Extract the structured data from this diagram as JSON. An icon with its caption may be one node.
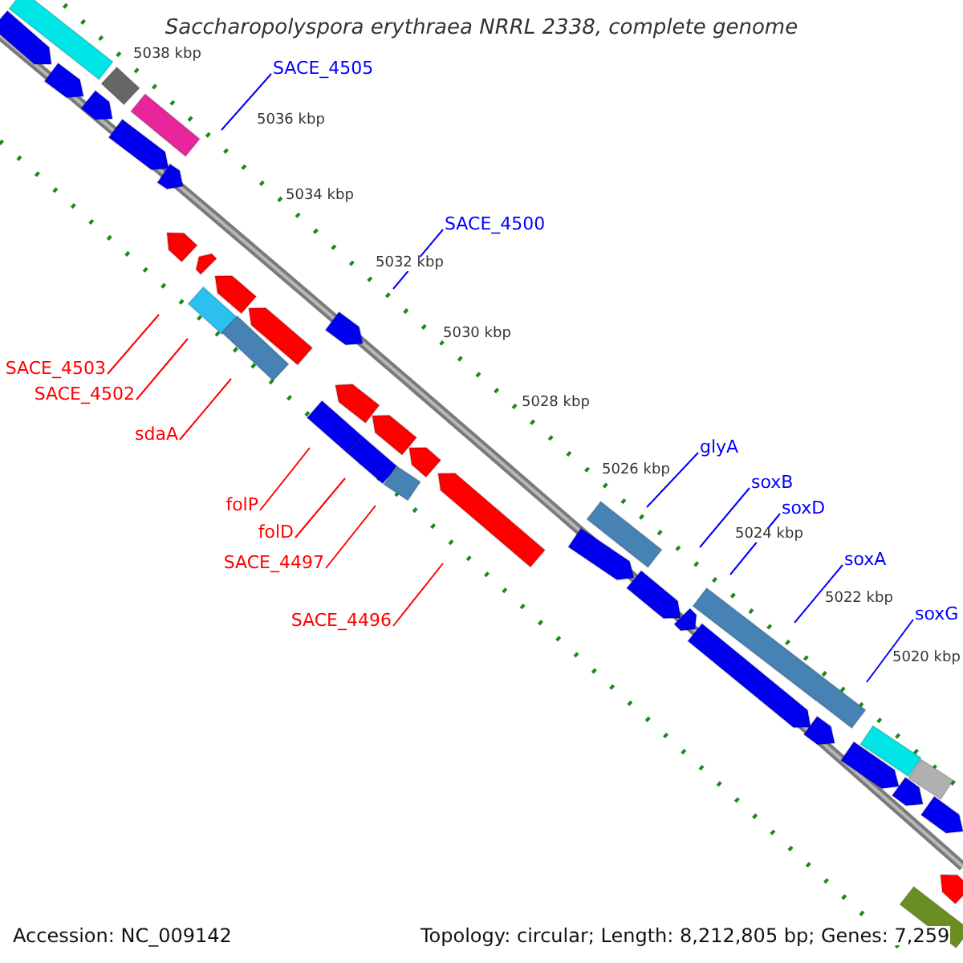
{
  "diagram": {
    "title": "Saccharopolyspora erythraea NRRL 2338, complete genome",
    "nodes": [
      {
        "text": [
          "SACE_4505"
        ]
      },
      {
        "text": [
          "SACE_4500"
        ]
      },
      {
        "text": [
          "SACE_4503"
        ]
      },
      {
        "text": [
          "SACE_4502"
        ]
      },
      {
        "text": [
          "sdaA"
        ]
      },
      {
        "text": [
          "folP"
        ]
      },
      {
        "text": [
          "folD"
        ]
      },
      {
        "text": [
          "SACE_4497"
        ]
      },
      {
        "text": [
          "SACE_4496"
        ]
      },
      {
        "text": [
          "glyA"
        ]
      },
      {
        "text": [
          "soxB"
        ]
      },
      {
        "text": [
          "soxD"
        ]
      },
      {
        "text": [
          "soxA"
        ]
      },
      {
        "text": [
          "soxG"
        ]
      }
    ],
    "edges": [
      {
        "from": 0,
        "to": null,
        "arrow": "none"
      },
      {
        "from": 1,
        "to": null,
        "arrow": "none"
      },
      {
        "from": 2,
        "to": null,
        "arrow": "none",
        "color": "#ff0000"
      },
      {
        "from": 3,
        "to": null,
        "arrow": "none",
        "color": "#ff0000"
      },
      {
        "from": 4,
        "to": null,
        "arrow": "none",
        "color": "#ff0000"
      },
      {
        "from": 5,
        "to": null,
        "arrow": "none",
        "color": "#ff0000"
      },
      {
        "from": 6,
        "to": null,
        "arrow": "none",
        "color": "#ff0000"
      },
      {
        "from": 7,
        "to": null,
        "arrow": "none",
        "color": "#ff0000"
      },
      {
        "from": 8,
        "to": null,
        "arrow": "none",
        "color": "#ff0000"
      },
      {
        "from": 9,
        "to": null,
        "arrow": "none"
      },
      {
        "from": 10,
        "to": null,
        "arrow": "none"
      },
      {
        "from": 11,
        "to": null,
        "arrow": "none"
      },
      {
        "from": 12,
        "to": null,
        "arrow": "none"
      },
      {
        "from": 13,
        "to": null,
        "arrow": "none"
      }
    ],
    "labels": [
      "5038 kbp",
      "5036 kbp",
      "5034 kbp",
      "5032 kbp",
      "5030 kbp",
      "5028 kbp",
      "5026 kbp",
      "5024 kbp",
      "5022 kbp",
      "5020 kbp",
      "Accession: NC_009142",
      "Topology: circular; Length: 8,212,805 bp; Genes: 7,259"
    ]
  }
}
